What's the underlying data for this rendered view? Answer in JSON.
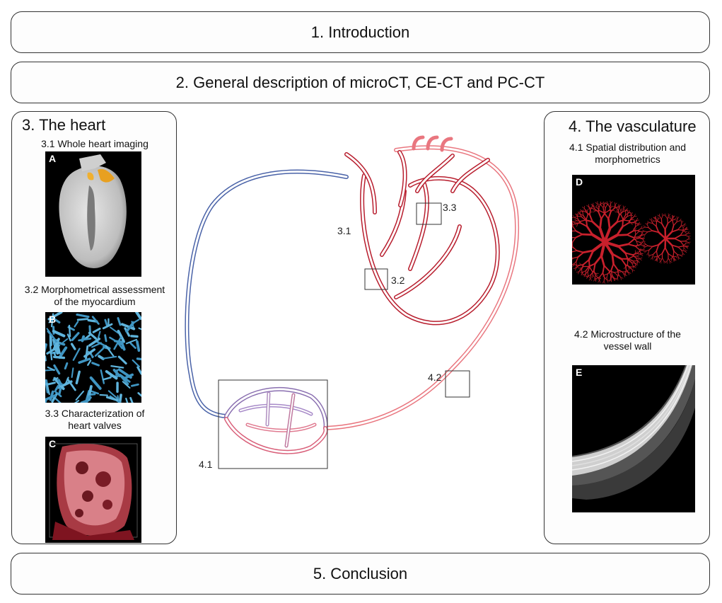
{
  "sections": {
    "intro": "1. Introduction",
    "general": "2. General description of microCT, CE-CT and PC-CT",
    "conclusion": "5. Conclusion"
  },
  "heart_panel": {
    "title": "3. The heart",
    "sub1": "3.1 Whole heart imaging",
    "sub2_line1": "3.2 Morphometrical assessment",
    "sub2_line2": "of the myocardium",
    "sub3_line1": "3.3 Characterization of",
    "sub3_line2": "heart valves",
    "letters": [
      "A",
      "B",
      "C"
    ]
  },
  "vasc_panel": {
    "title": "4. The vasculature",
    "sub1_line1": "4.1 Spatial distribution and",
    "sub1_line2": "morphometrics",
    "sub2_line1": "4.2 Microstructure of the",
    "sub2_line2": "vessel wall",
    "letters": [
      "D",
      "E"
    ]
  },
  "diagram_labels": {
    "l31": "3.1",
    "l32": "3.2",
    "l33": "3.3",
    "l41": "4.1",
    "l42": "4.2"
  },
  "colors": {
    "venous": "#4a63a8",
    "arterial": "#c8283a",
    "arterial_light": "#e9767f",
    "heart_red": "#b81e2e"
  }
}
